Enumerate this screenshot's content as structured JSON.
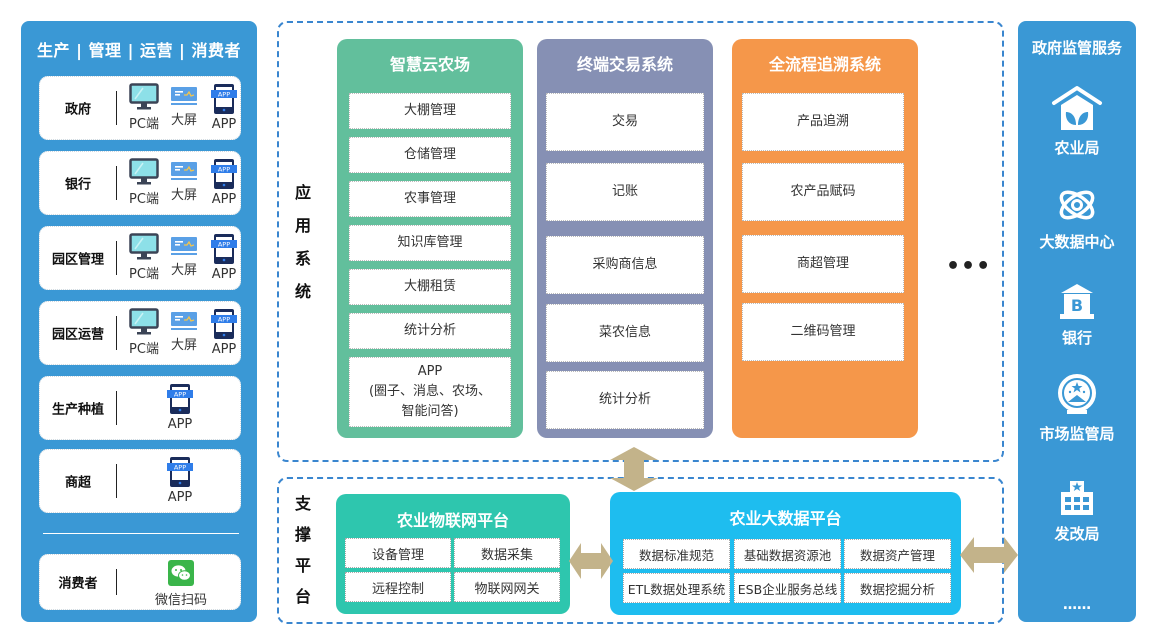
{
  "left_panel": {
    "title": "生产 | 管理 | 运营 | 消费者",
    "rows": [
      {
        "label": "政府",
        "devices": [
          "PC端",
          "大屏",
          "APP"
        ]
      },
      {
        "label": "银行",
        "devices": [
          "PC端",
          "大屏",
          "APP"
        ]
      },
      {
        "label": "园区管理",
        "devices": [
          "PC端",
          "大屏",
          "APP"
        ]
      },
      {
        "label": "园区运营",
        "devices": [
          "PC端",
          "大屏",
          "APP"
        ]
      },
      {
        "label": "生产种植",
        "devices": [
          "APP"
        ]
      },
      {
        "label": "商超",
        "devices": [
          "APP"
        ]
      }
    ],
    "consumer": {
      "label": "消费者",
      "device": "微信扫码"
    },
    "app_badge": "APP"
  },
  "app_system": {
    "side_label": [
      "应",
      "用",
      "系",
      "统"
    ],
    "columns": [
      {
        "title": "智慧云农场",
        "color": "#62bf9c",
        "items": [
          "大棚管理",
          "仓储管理",
          "农事管理",
          "知识库管理",
          "大棚租赁",
          "统计分析",
          "APP\n(圈子、消息、农场、\n智能问答)"
        ]
      },
      {
        "title": "终端交易系统",
        "color": "#8690b4",
        "items": [
          "交易",
          "记账",
          "采购商信息",
          "菜农信息",
          "统计分析"
        ]
      },
      {
        "title": "全流程追溯系统",
        "color": "#f5974a",
        "items": [
          "产品追溯",
          "农产品赋码",
          "商超管理",
          "二维码管理"
        ]
      }
    ],
    "more": "•••"
  },
  "support_platform": {
    "side_label": [
      "支",
      "撑",
      "平",
      "台"
    ],
    "iot": {
      "title": "农业物联网平台",
      "color": "#2ec6ae",
      "items": [
        "设备管理",
        "数据采集",
        "远程控制",
        "物联网网关"
      ]
    },
    "bigdata": {
      "title": "农业大数据平台",
      "color": "#1ebdef",
      "items": [
        "数据标准规范",
        "基础数据资源池",
        "数据资产管理",
        "ETL数据处理系统",
        "ESB企业服务总线",
        "数据挖掘分析"
      ]
    }
  },
  "right_panel": {
    "title": "政府监管服务",
    "items": [
      {
        "label": "农业局",
        "icon": "house-leaf-icon"
      },
      {
        "label": "大数据中心",
        "icon": "atom-icon"
      },
      {
        "label": "银行",
        "icon": "bank-icon"
      },
      {
        "label": "市场监管局",
        "icon": "emblem-icon"
      },
      {
        "label": "发改局",
        "icon": "building-icon"
      }
    ],
    "more": "……"
  },
  "colors": {
    "panel_blue": "#3a98d5",
    "dash_blue": "#3a86cf",
    "arrow_tan": "#c3b38a"
  }
}
